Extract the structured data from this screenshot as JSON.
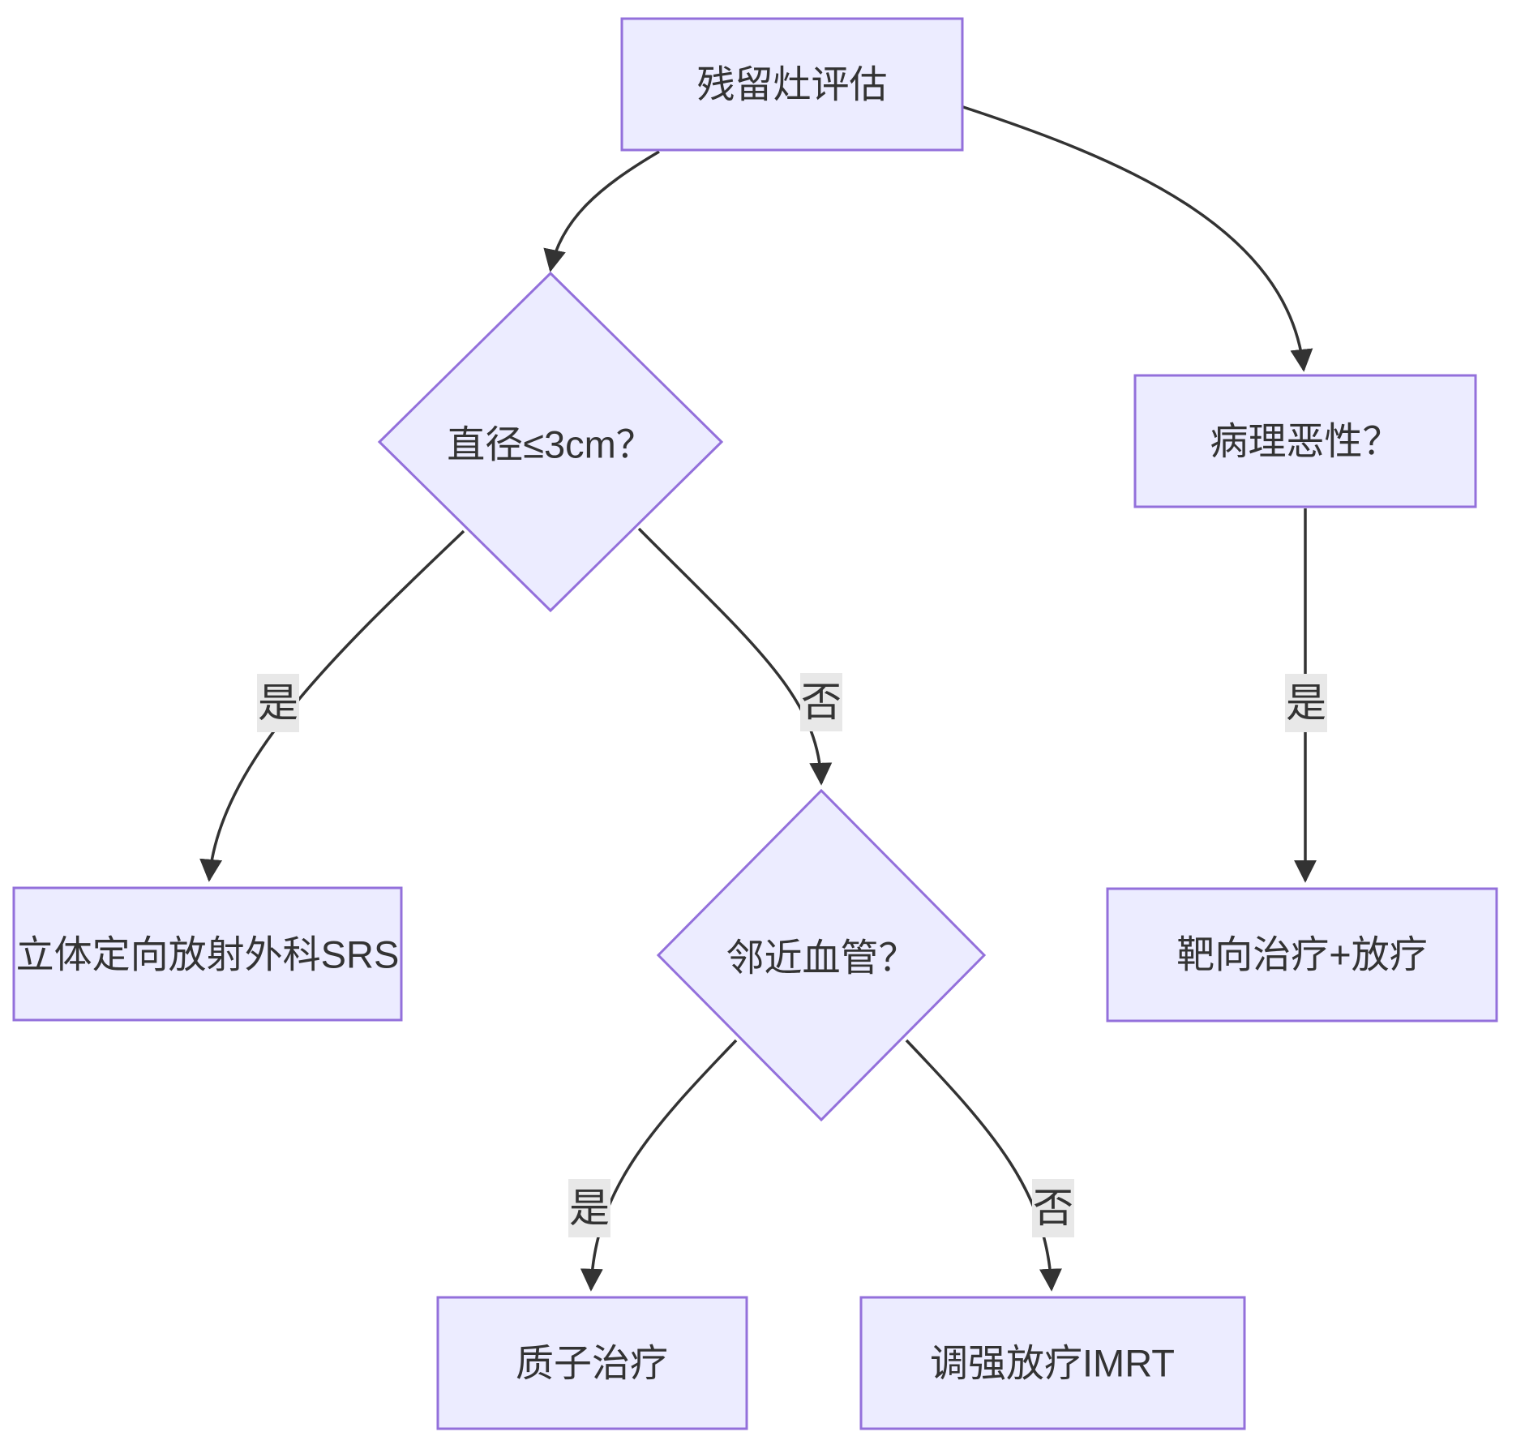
{
  "diagram": {
    "type": "flowchart",
    "colors": {
      "background": "#ffffff",
      "node_fill": "#ECECFF",
      "node_border": "#9370DB",
      "edge_line": "#333333",
      "edge_label_bg": "#e8e8e8",
      "text": "#333333"
    },
    "nodes": {
      "root": {
        "label": "残留灶评估",
        "shape": "rect"
      },
      "diameter": {
        "label": "直径≤3cm？",
        "shape": "diamond"
      },
      "pathology": {
        "label": "病理恶性？",
        "shape": "rect"
      },
      "srs": {
        "label": "立体定向放射外科SRS",
        "shape": "rect"
      },
      "vessel": {
        "label": "邻近血管？",
        "shape": "diamond"
      },
      "proton": {
        "label": "质子治疗",
        "shape": "rect"
      },
      "imrt": {
        "label": "调强放疗IMRT",
        "shape": "rect"
      },
      "targeted": {
        "label": "靶向治疗+放疗",
        "shape": "rect"
      }
    },
    "edges": [
      {
        "from": "root",
        "to": "diameter",
        "label": ""
      },
      {
        "from": "root",
        "to": "pathology",
        "label": ""
      },
      {
        "from": "diameter",
        "to": "srs",
        "label": "是"
      },
      {
        "from": "diameter",
        "to": "vessel",
        "label": "否"
      },
      {
        "from": "pathology",
        "to": "targeted",
        "label": "是"
      },
      {
        "from": "vessel",
        "to": "proton",
        "label": "是"
      },
      {
        "from": "vessel",
        "to": "imrt",
        "label": "否"
      }
    ]
  }
}
